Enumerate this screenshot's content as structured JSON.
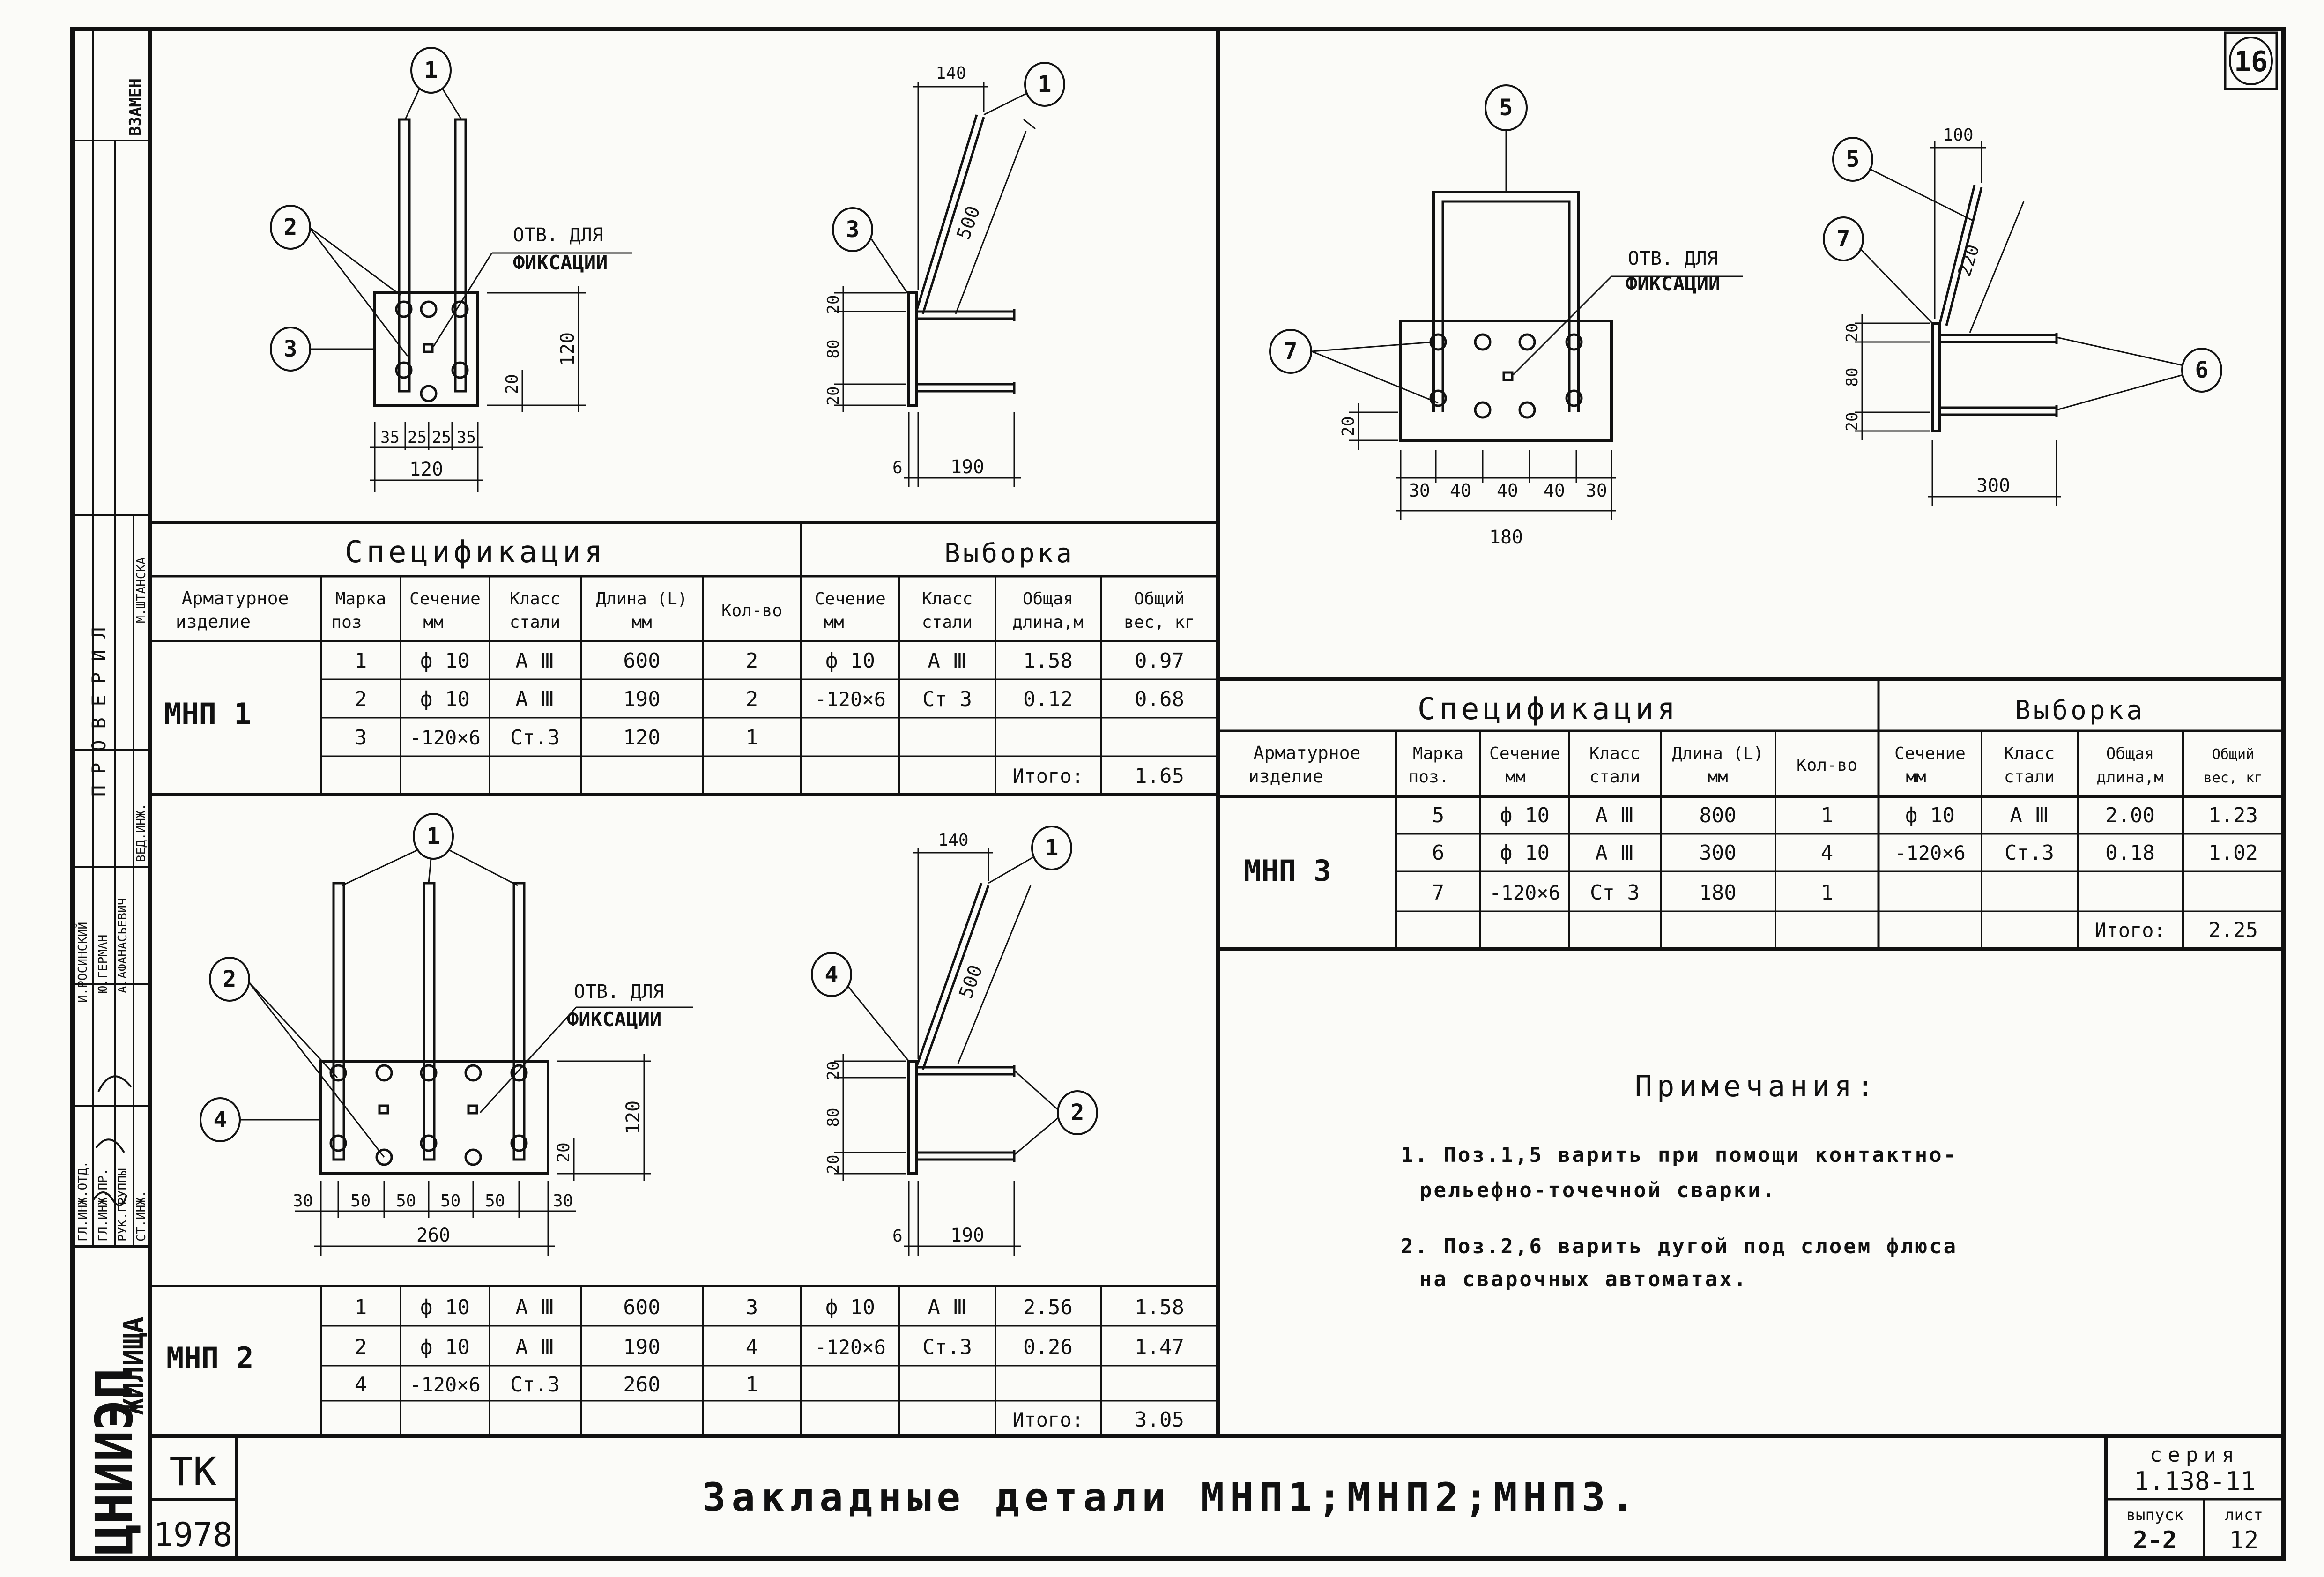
{
  "sheet_number": "16",
  "side_stamp": {
    "org": "ЦНИИЭП",
    "org_suffix": "ЖИЛИЩА",
    "replaced": "ВЗАМЕН",
    "checked": "П Р О В Е Р И Л",
    "roles": [
      "ГЛ.ИНЖ.ОТД.",
      "ГЛ.ИНЖ.ПР.",
      "РУК.ГРУППЫ",
      "СТ.ИНЖ."
    ],
    "names": [
      "И.РОСИНСКИЙ",
      "Ю.ГЕРМАН",
      "А.АФАНАСЬЕВИЧ",
      "ВЕД.ИНЖ.",
      "М.ШТАНСКА"
    ]
  },
  "common": {
    "hole_note": [
      "ОТВ. ДЛЯ",
      "ФИКСАЦИИ"
    ],
    "markers": {
      "p1": "1",
      "p2": "2",
      "p3": "3",
      "p4": "4",
      "p5": "5",
      "p6": "6",
      "p7": "7"
    }
  },
  "mnp1_dims": {
    "w_total": "120",
    "segs": [
      "35",
      "25",
      "25",
      "35"
    ],
    "h": "120",
    "gap": "20",
    "side": {
      "top": "140",
      "len": "500",
      "d20a": "20",
      "d80": "80",
      "d20b": "20",
      "t": "6",
      "base": "190"
    }
  },
  "mnp2_dims": {
    "w_total": "260",
    "segs": [
      "30",
      "50",
      "50",
      "50",
      "50",
      "30"
    ],
    "h": "120",
    "gap": "20",
    "side": {
      "top": "140",
      "len": "500",
      "d20a": "20",
      "d80": "80",
      "d20b": "20",
      "t": "6",
      "base": "190"
    }
  },
  "mnp3_dims": {
    "w_total": "180",
    "segs": [
      "30",
      "40",
      "40",
      "40",
      "30"
    ],
    "h": "20",
    "side": {
      "top": "100",
      "len": "220",
      "d20a": "20",
      "d80": "80",
      "d20b": "20",
      "base": "300"
    }
  },
  "table_left": {
    "title_spec": "Спецификация",
    "title_sel": "Выборка",
    "headers": [
      [
        "Арматурное",
        "изделие"
      ],
      [
        "Марка",
        "поз"
      ],
      [
        "Сечение",
        "мм"
      ],
      [
        "Класс",
        "стали"
      ],
      [
        "Длина (L)",
        "мм"
      ],
      [
        "Кол-во",
        ""
      ],
      [
        "Сечение",
        "мм"
      ],
      [
        "Класс",
        "стали"
      ],
      [
        "Общая",
        "длина,м"
      ],
      [
        "Общий",
        "вес, кг"
      ]
    ],
    "mnp1": {
      "name": "МНП 1",
      "rows": [
        [
          "1",
          "ф 10",
          "А Ⅲ",
          "600",
          "2",
          "ф 10",
          "А Ⅲ",
          "1.58",
          "0.97"
        ],
        [
          "2",
          "ф 10",
          "А Ⅲ",
          "190",
          "2",
          "-120×6",
          "Ст 3",
          "0.12",
          "0.68"
        ],
        [
          "3",
          "-120×6",
          "Ст.3",
          "120",
          "1",
          "",
          "",
          "",
          ""
        ],
        [
          "",
          "",
          "",
          "",
          "",
          "",
          "",
          "Итого:",
          "1.65"
        ]
      ]
    },
    "mnp2": {
      "name": "МНП 2",
      "rows": [
        [
          "1",
          "ф 10",
          "А Ⅲ",
          "600",
          "3",
          "ф 10",
          "А Ⅲ",
          "2.56",
          "1.58"
        ],
        [
          "2",
          "ф 10",
          "А Ⅲ",
          "190",
          "4",
          "-120×6",
          "Ст.3",
          "0.26",
          "1.47"
        ],
        [
          "4",
          "-120×6",
          "Ст.3",
          "260",
          "1",
          "",
          "",
          "",
          ""
        ],
        [
          "",
          "",
          "",
          "",
          "",
          "",
          "",
          "Итого:",
          "3.05"
        ]
      ]
    }
  },
  "table_right": {
    "title_spec": "Спецификация",
    "title_sel": "Выборка",
    "headers": [
      [
        "Арматурное",
        "изделие"
      ],
      [
        "Марка",
        "поз."
      ],
      [
        "Сечение",
        "мм"
      ],
      [
        "Класс",
        "стали"
      ],
      [
        "Длина (L)",
        "мм"
      ],
      [
        "Кол-во",
        ""
      ],
      [
        "Сечение",
        "мм"
      ],
      [
        "Класс",
        "стали"
      ],
      [
        "Общая",
        "длина,м"
      ],
      [
        "Общий",
        "вес, кг"
      ]
    ],
    "mnp3": {
      "name": "МНП 3",
      "rows": [
        [
          "5",
          "ф 10",
          "А Ⅲ",
          "800",
          "1",
          "ф 10",
          "А Ⅲ",
          "2.00",
          "1.23"
        ],
        [
          "6",
          "ф 10",
          "А Ⅲ",
          "300",
          "4",
          "-120×6",
          "Ст.3",
          "0.18",
          "1.02"
        ],
        [
          "7",
          "-120×6",
          "Ст 3",
          "180",
          "1",
          "",
          "",
          "",
          ""
        ],
        [
          "",
          "",
          "",
          "",
          "",
          "",
          "",
          "Итого:",
          "2.25"
        ]
      ]
    }
  },
  "notes": {
    "title": "Примечания:",
    "n1a": "1. Поз.1,5 варить при помощи контактно-",
    "n1b": "рельефно-точечной сварки.",
    "n2a": "2. Поз.2,6 варить дугой под слоем флюса",
    "n2b": "на сварочных автоматах."
  },
  "title_block": {
    "code": "ТК",
    "year": "1978",
    "title": "Закладные детали МНП1;МНП2;МНП3.",
    "series_label": "серия",
    "series": "1.138-11",
    "issue_label": "выпуск",
    "issue": "2-2",
    "sheet_label": "лист",
    "sheet": "12"
  }
}
